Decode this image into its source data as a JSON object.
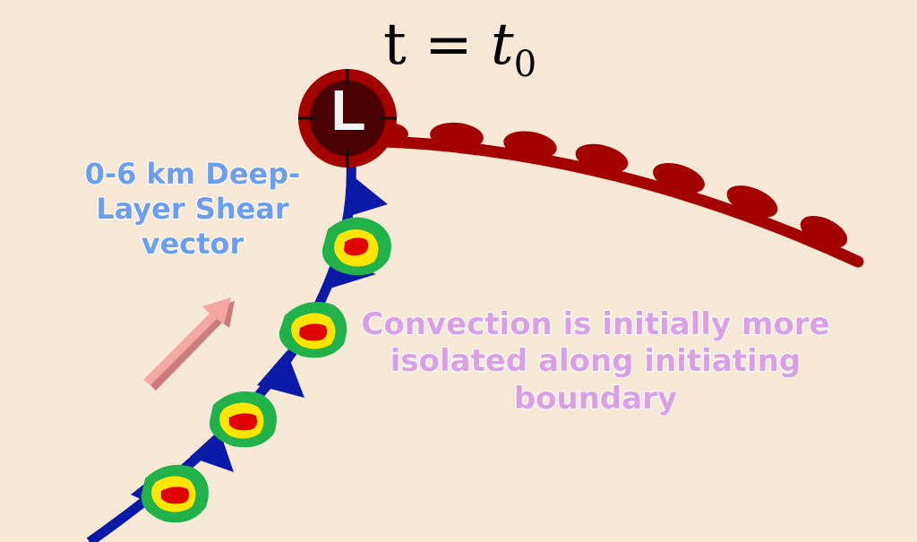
{
  "title": {
    "base": "t = ",
    "var": "t",
    "subscript": "0"
  },
  "low_pressure": {
    "letter": "L",
    "color": "#8b0000"
  },
  "shear_label": {
    "lines": [
      "0-6 km Deep-",
      "Layer Shear",
      "vector"
    ],
    "color": "#6d9eeb"
  },
  "convection_label": {
    "lines": [
      "Convection is initially more",
      "isolated along initiating",
      "boundary"
    ],
    "color": "#d9a0e3"
  },
  "colors": {
    "background": "#f7e9d6",
    "warm_front": "#a30000",
    "cold_front": "#0a1aa8",
    "storm_outer": "#22b24c",
    "storm_middle": "#ffe600",
    "storm_core": "#e10000",
    "shear_arrow": "#f4a6a0"
  }
}
